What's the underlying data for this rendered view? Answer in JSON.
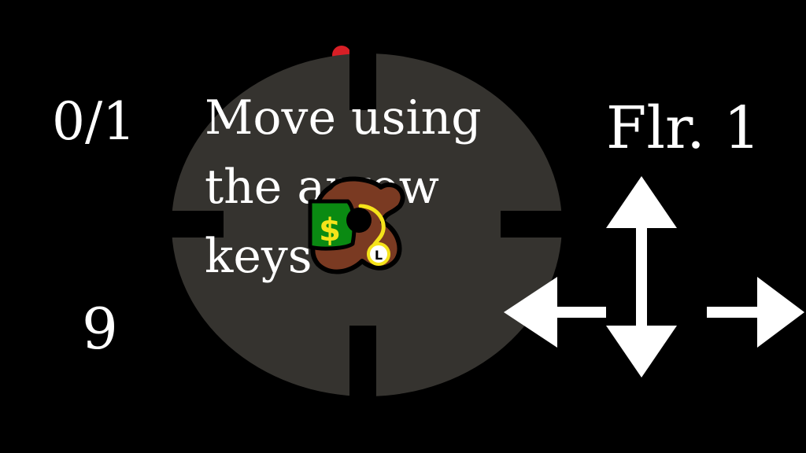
{
  "hud": {
    "score": "0/1",
    "timer": "9",
    "floor": "Flr. 1"
  },
  "tutorial": {
    "message": "Move using the arrow keys"
  },
  "player": {
    "bag_symbol": "$",
    "badge_letter": "L"
  },
  "icons": {
    "up": "arrow-up-icon",
    "down": "arrow-down-icon",
    "left": "arrow-left-icon",
    "right": "arrow-right-icon"
  },
  "colors": {
    "background": "#000000",
    "room": "#35332f",
    "text": "#ffffff",
    "bag_green": "#0a8a12",
    "bag_symbol": "#f5e31a",
    "body_brown": "#7a3a22",
    "alarm_red": "#d81f26"
  }
}
